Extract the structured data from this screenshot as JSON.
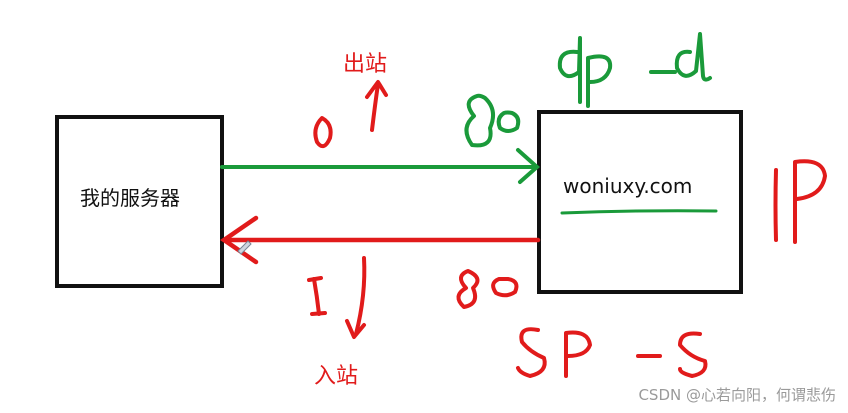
{
  "diagram": {
    "left_box_label": "我的服务器",
    "right_box_label": "woniuxy.com",
    "outbound_label": "出站",
    "inbound_label": "入站",
    "watermark": "CSDN @心若向阳，何谓悲伤"
  },
  "colors": {
    "green": "#1a9a3a",
    "red": "#e11b1b",
    "box_border": "#111111"
  }
}
